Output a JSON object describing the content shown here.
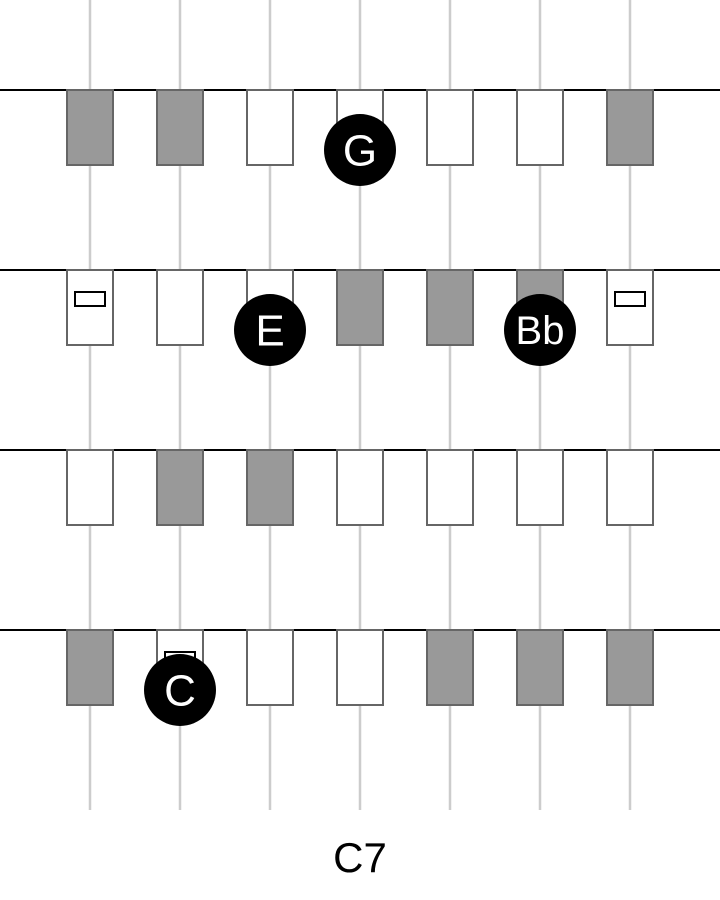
{
  "diagram": {
    "chord_name": "C7",
    "colors": {
      "background": "#ffffff",
      "string": "#cccccc",
      "fret_line": "#000000",
      "key_filled": "#999999",
      "key_empty": "#ffffff",
      "key_border": "#666666",
      "dot": "#000000",
      "dot_text": "#ffffff"
    },
    "rows": [
      {
        "keys": [
          "filled",
          "filled",
          "empty",
          "empty",
          "empty",
          "empty",
          "filled"
        ],
        "marker_columns": []
      },
      {
        "keys": [
          "empty",
          "empty",
          "empty",
          "filled",
          "filled",
          "filled",
          "empty"
        ],
        "marker_columns": [
          0,
          6
        ]
      },
      {
        "keys": [
          "empty",
          "filled",
          "filled",
          "empty",
          "empty",
          "empty",
          "empty"
        ],
        "marker_columns": []
      },
      {
        "keys": [
          "filled",
          "empty",
          "empty",
          "empty",
          "filled",
          "filled",
          "filled"
        ],
        "marker_columns": [
          1
        ]
      }
    ],
    "notes": [
      {
        "label": "G",
        "row": 0,
        "column": 3
      },
      {
        "label": "E",
        "row": 1,
        "column": 2
      },
      {
        "label": "Bb",
        "row": 1,
        "column": 5
      },
      {
        "label": "C",
        "row": 3,
        "column": 1
      }
    ]
  }
}
